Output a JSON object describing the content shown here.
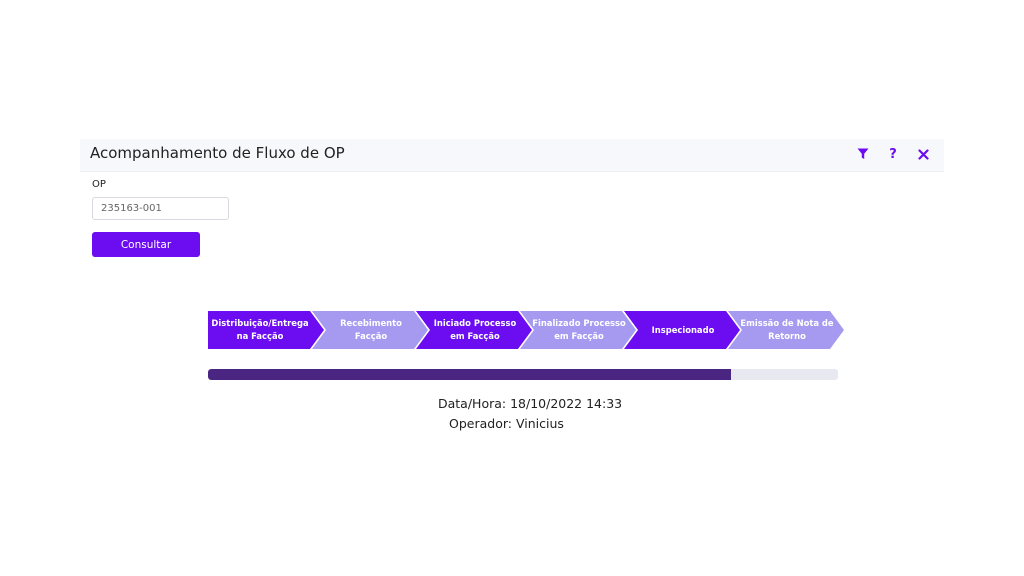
{
  "window": {
    "title": "Acompanhamento de Fluxo de OP",
    "icons": [
      "filter-icon",
      "help-icon",
      "close-icon"
    ],
    "help_label": "?"
  },
  "form": {
    "op_label": "OP",
    "op_value": "235163-001",
    "submit_label": "Consultar"
  },
  "flow": {
    "steps": [
      {
        "label": "Distribuição/Entrega na Facção",
        "status": "done"
      },
      {
        "label": "Recebimento Facção",
        "status": "pending"
      },
      {
        "label": "Iniciado Processo em Facção",
        "status": "done"
      },
      {
        "label": "Finalizado Processo em Facção",
        "status": "pending"
      },
      {
        "label": "Inspecionado",
        "status": "done"
      },
      {
        "label": "Emissão de Nota de Retorno",
        "status": "pending"
      }
    ],
    "progress_percent": 83
  },
  "info": {
    "datetime_text": "Data/Hora: 18/10/2022 14:33",
    "operator_text": "Operador: Vinicius"
  },
  "colors": {
    "accent": "#6b0df0",
    "step_done": "#6b0df0",
    "step_pending": "#a59af0",
    "progress_fill": "#4b2582",
    "progress_track": "#e8e8f1"
  }
}
